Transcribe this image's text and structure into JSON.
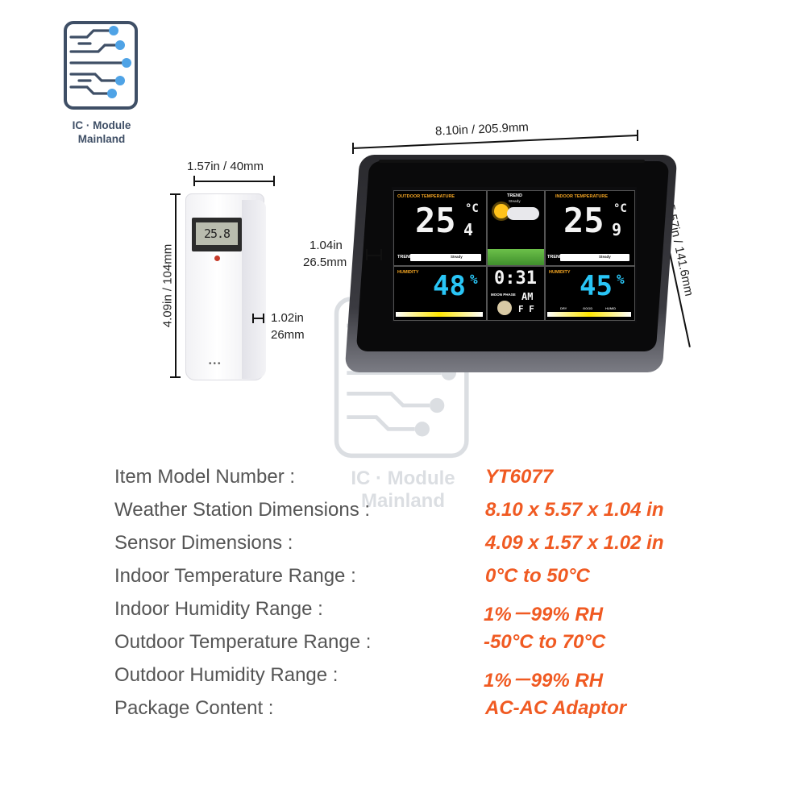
{
  "logo": {
    "line1": "IC · Module",
    "line2": "Mainland"
  },
  "watermark": {
    "line1": "IC · Module",
    "line2": "Mainland"
  },
  "dimensions": {
    "sensor_width": "1.57in / 40mm",
    "sensor_height": "4.09in / 104mm",
    "sensor_depth_line1": "1.02in",
    "sensor_depth_line2": "26mm",
    "station_width": "8.10in / 205.9mm",
    "station_height": "5.57in / 141.6mm",
    "station_depth_line1": "1.04in",
    "station_depth_line2": "26.5mm"
  },
  "sensor_display": {
    "reading": "25.8"
  },
  "station_display": {
    "outdoor_title": "OUTDOOR TEMPERATURE",
    "outdoor_temp_main": "25",
    "outdoor_temp_decimal": "4",
    "unit": "°C",
    "trend_label": "TREND",
    "trend_state": "Steady",
    "humidity_label": "HUMIDITY",
    "outdoor_humidity": "48",
    "percent": "%",
    "forecast_trend": "TREND",
    "forecast_state": "Steady",
    "clock": "0:31",
    "am_pm": "AM",
    "moon_label": "MOON PHASE",
    "day": "F  F",
    "indoor_title": "INDOOR TEMPERATURE",
    "indoor_temp_main": "25",
    "indoor_temp_decimal": "9",
    "indoor_humidity": "45",
    "comfort_dry": "DRY",
    "comfort_good": "GOOD",
    "comfort_humid": "HUMID"
  },
  "specs": [
    {
      "label": "Item Model Number :",
      "value": "YT6077"
    },
    {
      "label": "Weather Station Dimensions :",
      "value": "8.10 x 5.57 x 1.04 in"
    },
    {
      "label": "Sensor Dimensions :",
      "value": "4.09 x 1.57 x 1.02 in"
    },
    {
      "label": "Indoor Temperature Range :",
      "value": "0°C to 50°C"
    },
    {
      "label": "Indoor Humidity Range :",
      "value": "1%－99% RH"
    },
    {
      "label": "Outdoor Temperature Range :",
      "value": "-50°C to 70°C"
    },
    {
      "label": "Outdoor Humidity Range :",
      "value": "1%－99% RH"
    },
    {
      "label": "Package Content :",
      "value": "AC-AC Adaptor"
    }
  ],
  "colors": {
    "accent_orange": "#f05a22",
    "logo_blue": "#3f4f66",
    "screen_orange": "#f5a623",
    "screen_cyan": "#29c5f6",
    "screen_yellow": "#ffe600"
  }
}
